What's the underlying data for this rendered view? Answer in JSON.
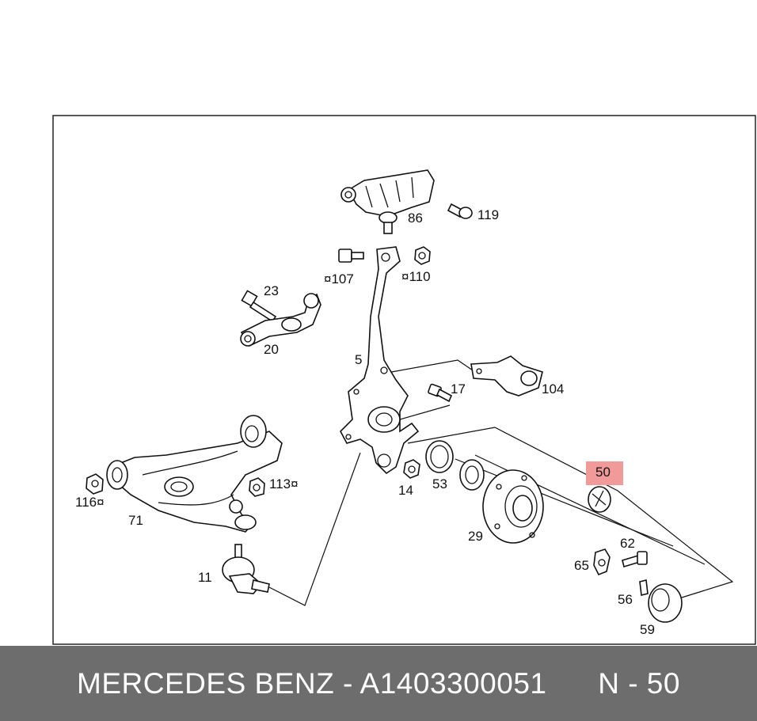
{
  "footer": {
    "brand_part": "MERCEDES BENZ - A1403300051",
    "position": "N - 50"
  },
  "highlight_color": "#f09a9a",
  "labels": {
    "l86": "86",
    "l119": "119",
    "l107": "¤107",
    "l110": "¤110",
    "l23": "23",
    "l20": "20",
    "l5": "5",
    "l17": "17",
    "l104": "104",
    "l50": "50",
    "l116": "116¤",
    "l113": "113¤",
    "l71": "71",
    "l53": "53",
    "l14": "14",
    "l29": "29",
    "l62": "62",
    "l65": "65",
    "l56": "56",
    "l59": "59",
    "l11": "11"
  }
}
